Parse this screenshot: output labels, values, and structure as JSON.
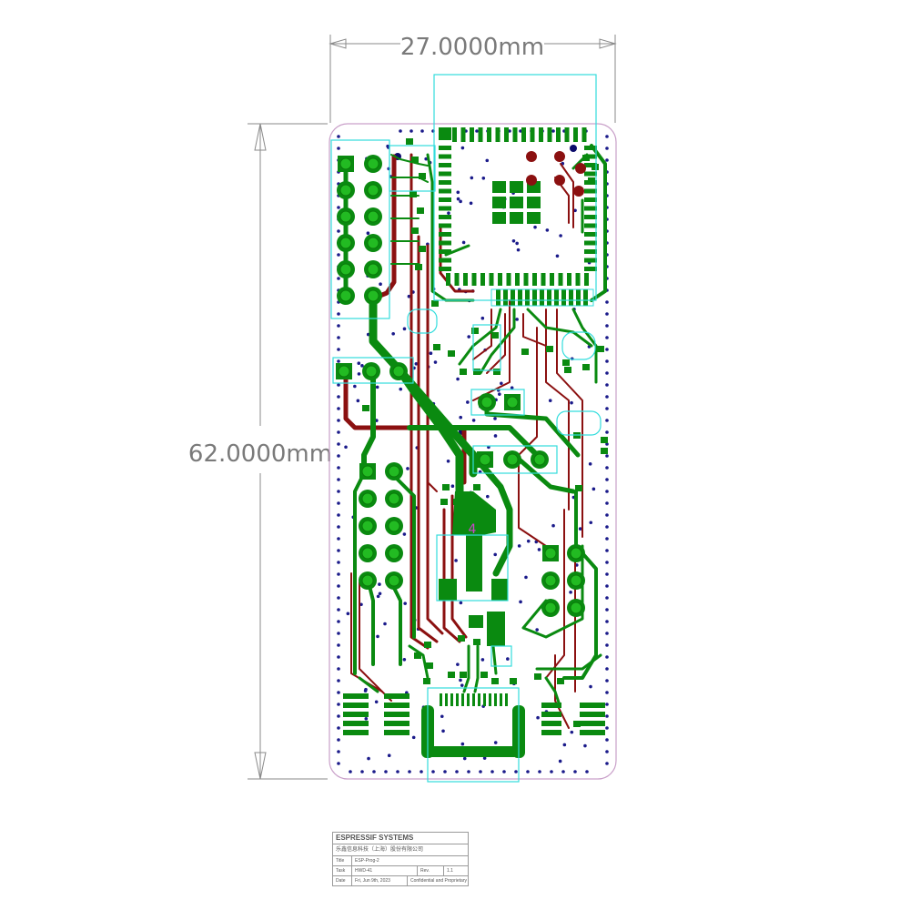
{
  "dimensions": {
    "width_label": "27.0000mm",
    "height_label": "62.0000mm"
  },
  "board": {
    "designators": [
      "4"
    ],
    "colors": {
      "top_copper": "#0a8a10",
      "bottom_copper": "#8b1010",
      "pad_fill": "#22bb22",
      "pad_ring": "#0a7a0a",
      "via": "#1a1a8a",
      "outline": "#c9a0c9",
      "silkscreen": "#33dddd",
      "designator": "#cc44cc"
    }
  },
  "title_block": {
    "company": "ESPRESSIF SYSTEMS",
    "company_cn": "乐鑫信息科技（上海）股份有限公司",
    "title_label": "Title",
    "title_value": "ESP-Prog-2",
    "task_label": "Task",
    "task_value": "HWD-41",
    "rev_label": "Rev.",
    "rev_value": "1.1",
    "date_label": "Date",
    "date_value": "Fri, Jun 9th, 2023",
    "confidential": "Confidential and Proprietary"
  }
}
